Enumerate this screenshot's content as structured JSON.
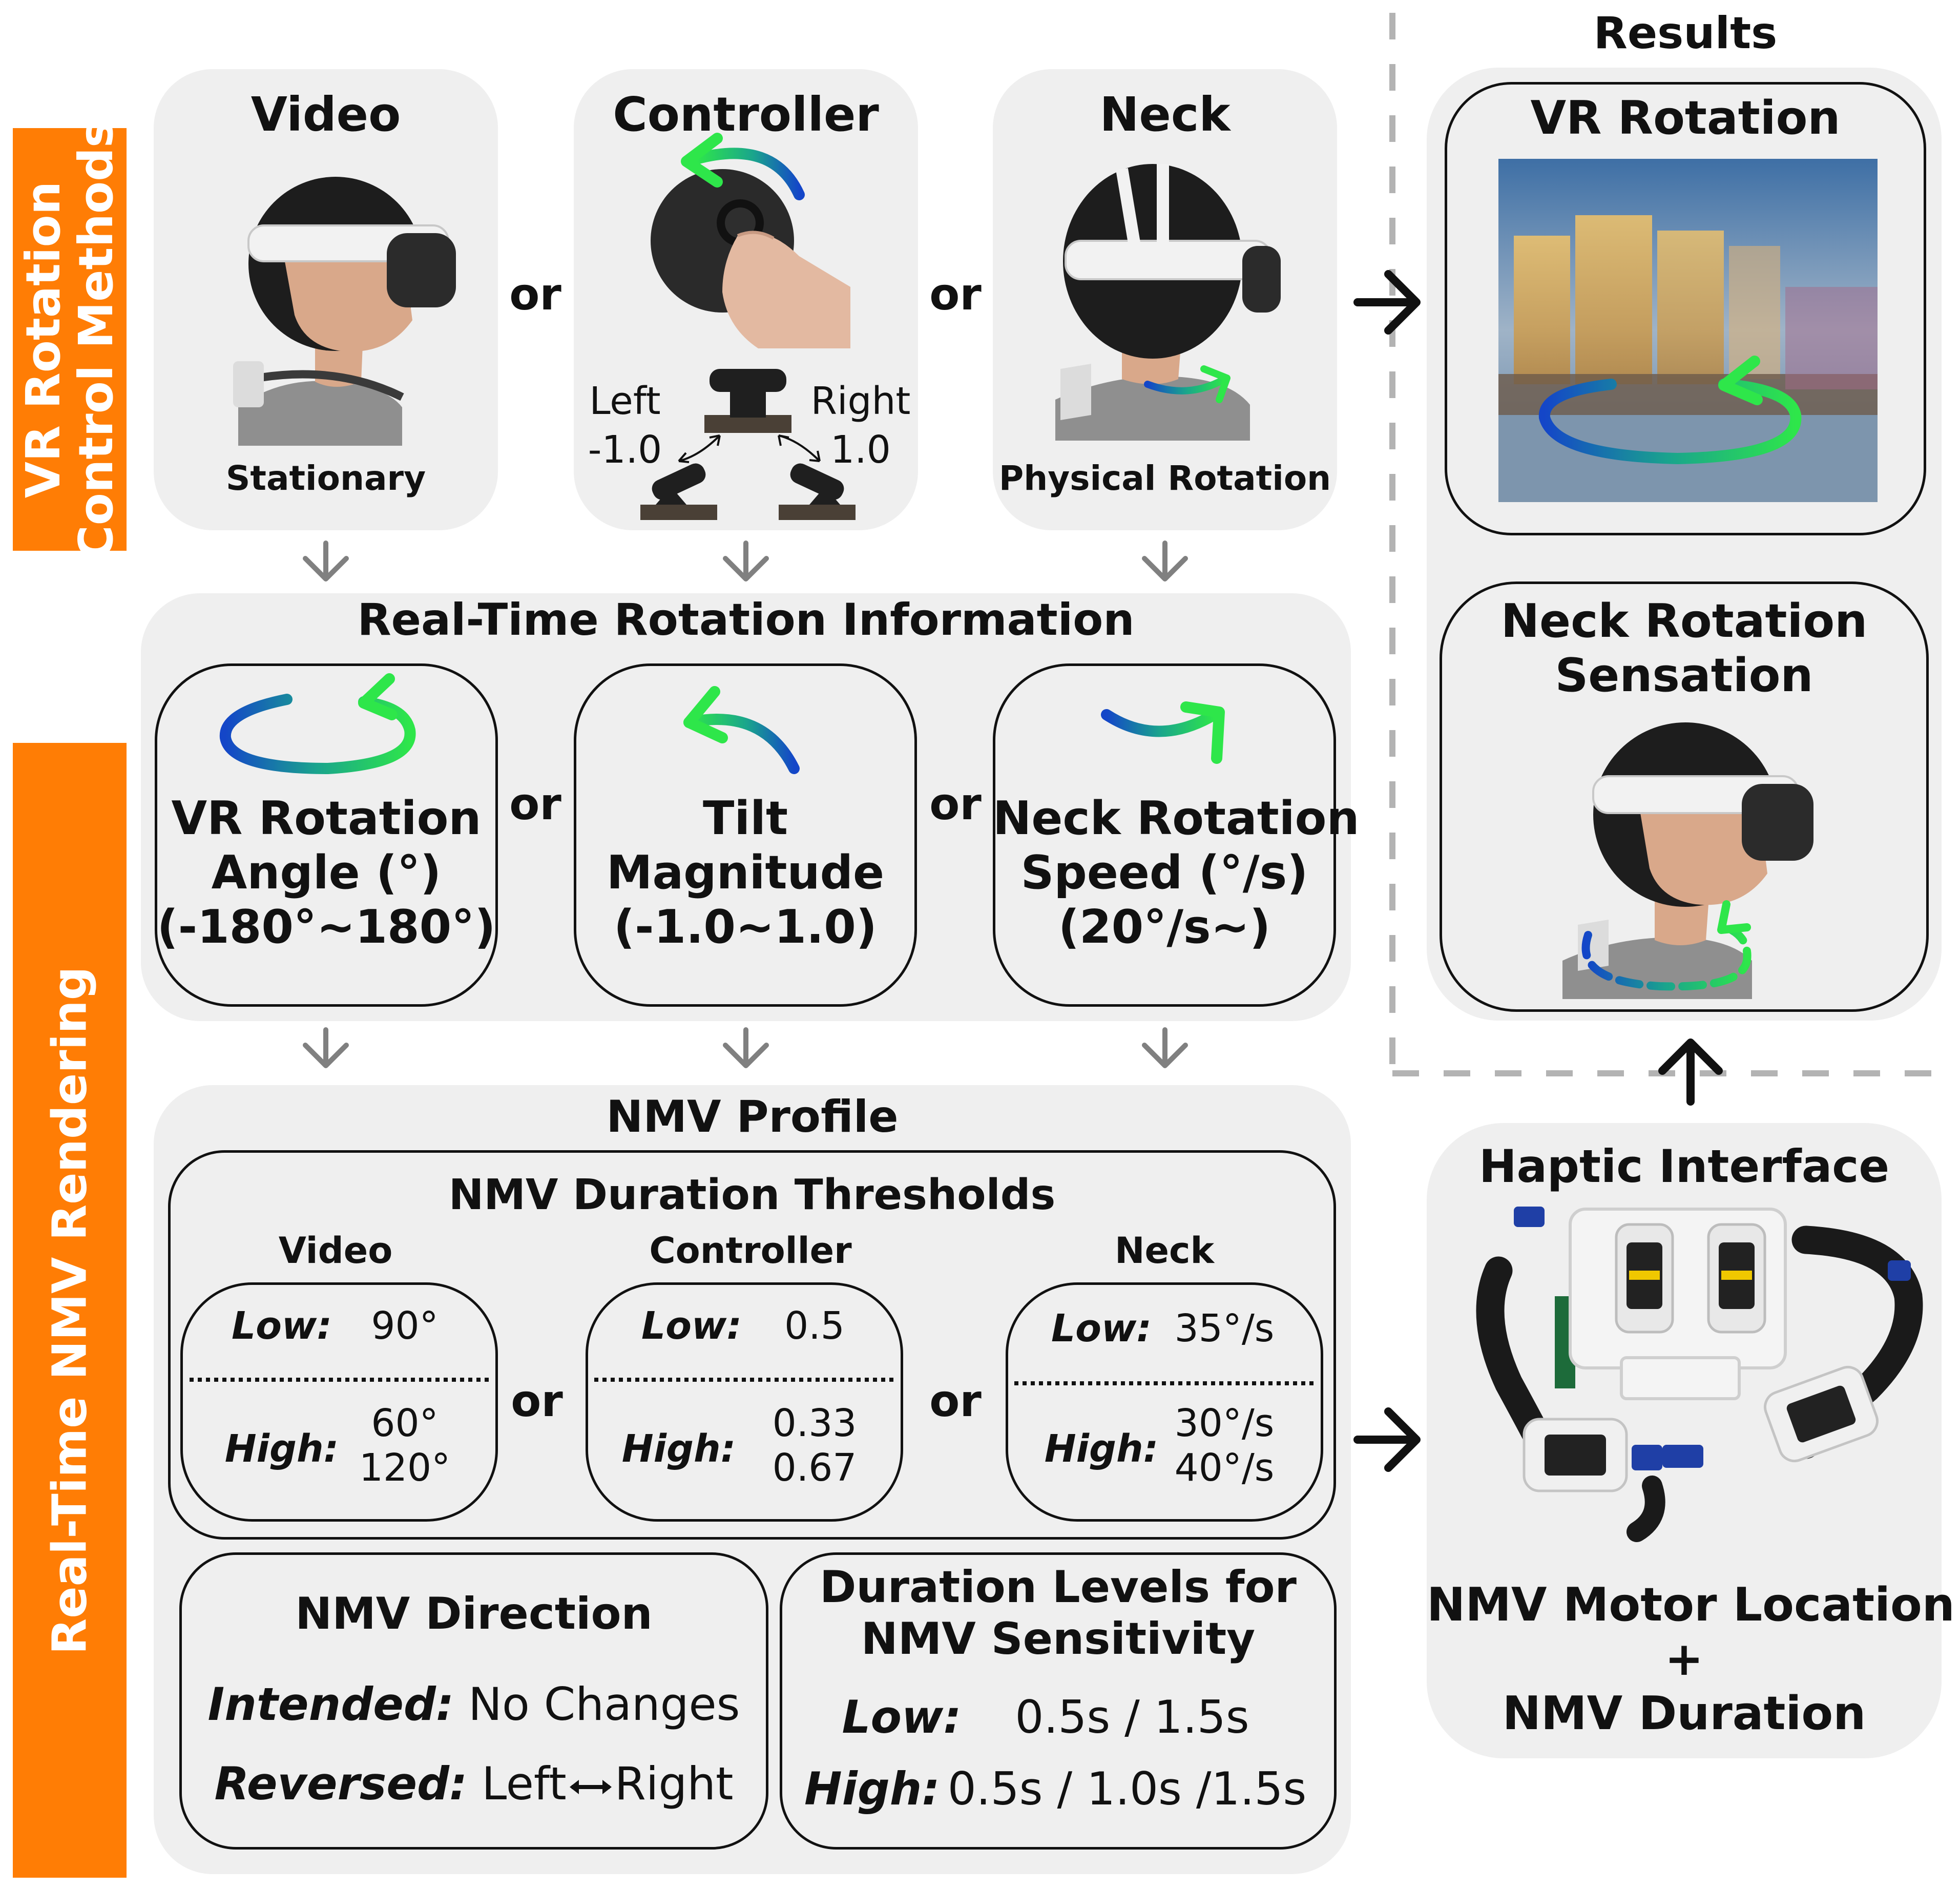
{
  "side_labels": {
    "top": [
      "VR Rotation",
      "Control Methods"
    ],
    "bottom": "Real-Time NMV Rendering"
  },
  "results": "Results",
  "methods": {
    "video": {
      "title": "Video",
      "caption": "Stationary"
    },
    "controller": {
      "title": "Controller",
      "left": "Left",
      "left_value": "-1.0",
      "right": "Right",
      "right_value": "1.0"
    },
    "neck": {
      "title": "Neck",
      "caption": "Physical Rotation"
    }
  },
  "or": "or",
  "rotation_info": {
    "title": "Real-Time Rotation Information",
    "vr": [
      "VR Rotation",
      "Angle (°)",
      "(-180°~180°)"
    ],
    "tilt": [
      "Tilt",
      "Magnitude",
      "(-1.0~1.0)"
    ],
    "neck": [
      "Neck Rotation",
      "Speed (°/s)",
      "(20°/s~)"
    ]
  },
  "nmv_profile": {
    "title": "NMV Profile",
    "thresholds_title": "NMV Duration Thresholds",
    "video": {
      "label": "Video",
      "low_label": "Low:",
      "low": "90°",
      "high_label": "High:",
      "high": [
        "60°",
        "120°"
      ]
    },
    "controller": {
      "label": "Controller",
      "low_label": "Low:",
      "low": "0.5",
      "high_label": "High:",
      "high": [
        "0.33",
        "0.67"
      ]
    },
    "neck": {
      "label": "Neck",
      "low_label": "Low:",
      "low": "35°/s",
      "high_label": "High:",
      "high": [
        "30°/s",
        "40°/s"
      ]
    },
    "direction": {
      "title": "NMV Direction",
      "intended_label": "Intended:",
      "intended": "No Changes",
      "reversed_label": "Reversed:",
      "reversed_left": "Left",
      "reversed_right": "Right"
    },
    "sensitivity": {
      "title": [
        "Duration Levels for",
        "NMV Sensitivity"
      ],
      "low_label": "Low:",
      "low": "0.5s / 1.5s",
      "high_label": "High:",
      "high": "0.5s / 1.0s /1.5s"
    }
  },
  "vr_rotation": "VR Rotation",
  "neck_sensation": [
    "Neck Rotation",
    "Sensation"
  ],
  "haptic": {
    "title": "Haptic Interface",
    "bottom": [
      "NMV Motor Location",
      "+",
      "NMV Duration"
    ]
  },
  "colors": {
    "orange": "#ff7d05",
    "panel": "#efefef",
    "arrow_gray": "#808080",
    "gradient_blue": "#1446c8",
    "gradient_green": "#2ee64a"
  }
}
